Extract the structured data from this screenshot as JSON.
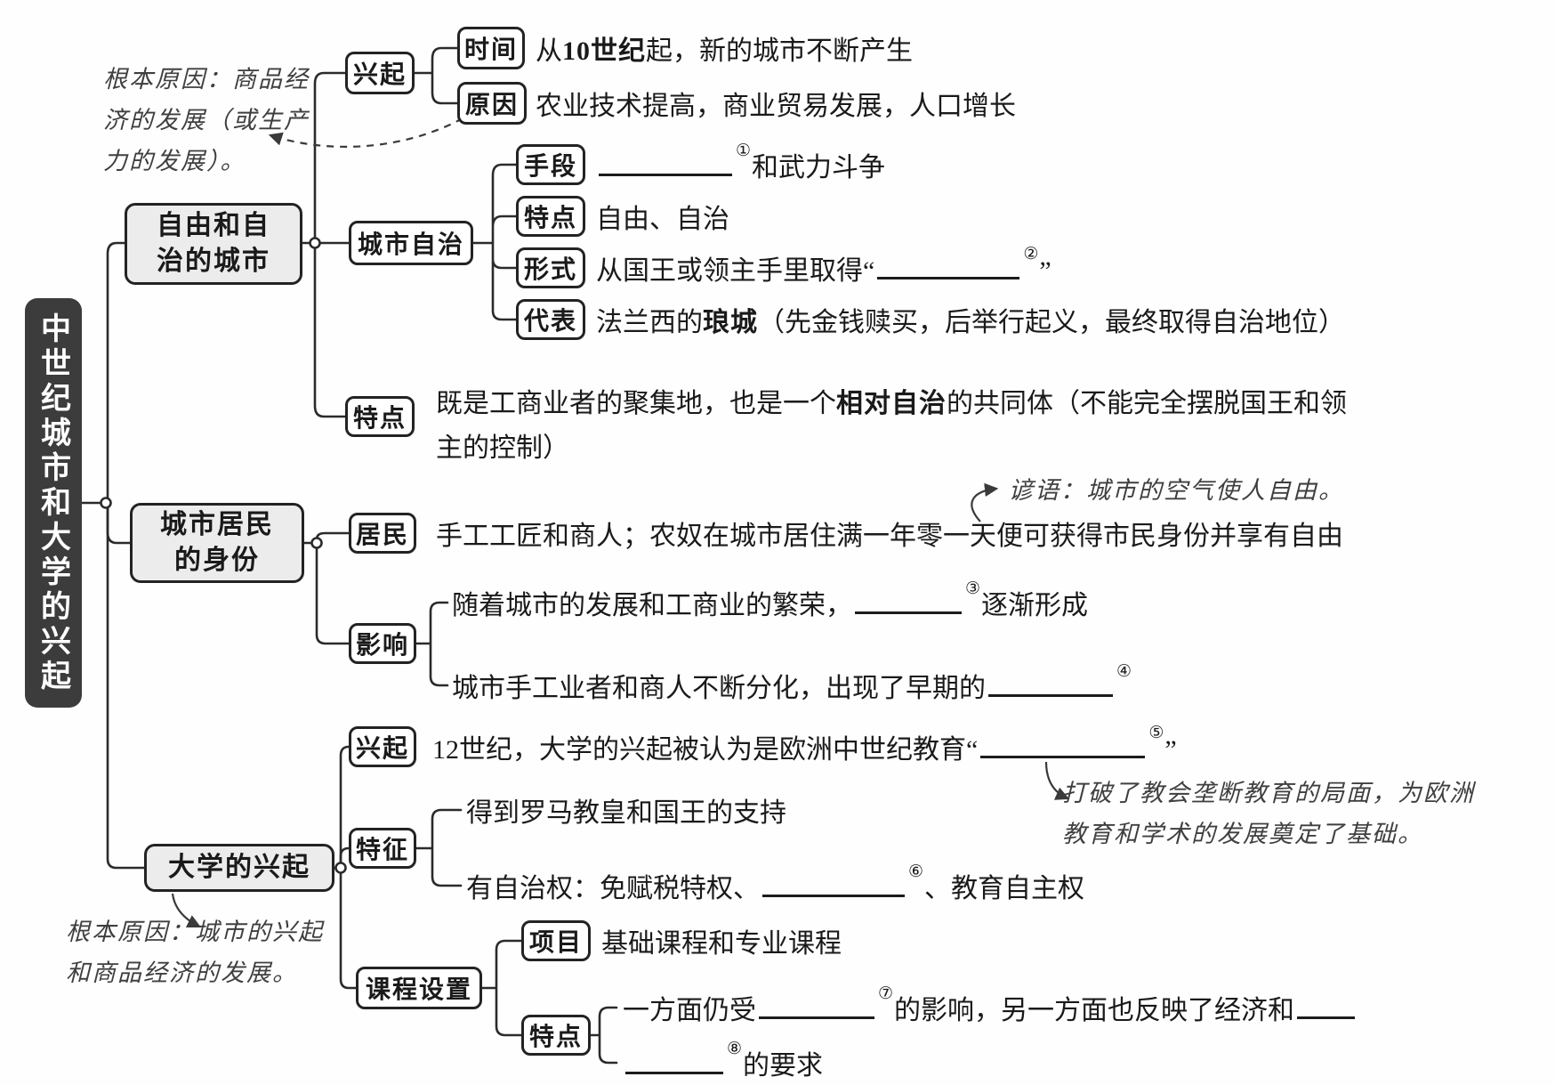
{
  "root": {
    "title": "中世纪城市和大学的兴起"
  },
  "colors": {
    "root_bg": "#3c3c3c",
    "branch_bg": "#ececec",
    "line_color": "#2b2b2b",
    "text_color": "#1a1a1a",
    "handwriting_color": "#3f3f3f"
  },
  "notes": {
    "note1_line1": "根本原因：商品经",
    "note1_line2": "济的发展（或生产",
    "note1_line3": "力的发展）。",
    "note2": "谚语：城市的空气使人自由。",
    "note3_line1": "打破了教会垄断教育的局面，为欧洲",
    "note3_line2": "教育和学术的发展奠定了基础。",
    "note4_line1": "根本原因：城市的兴起",
    "note4_line2": "和商品经济的发展。"
  },
  "b1": {
    "label1": "自由和自",
    "label2": "治的城市",
    "xingqi": {
      "label": "兴起"
    },
    "shijian": {
      "label": "时间",
      "pre": "从",
      "bold": "10世纪",
      "post": "起，新的城市不断产生"
    },
    "yuanyin": {
      "label": "原因",
      "text": "农业技术提高，商业贸易发展，人口增长"
    },
    "zizhi": {
      "label": "城市自治"
    },
    "shouduan": {
      "label": "手段",
      "num": "①",
      "post": "和武力斗争"
    },
    "tedian1": {
      "label": "特点",
      "text": "自由、自治"
    },
    "xingshi": {
      "label": "形式",
      "pre": "从国王或领主手里取得“",
      "num": "②",
      "post": "”"
    },
    "daibiao": {
      "label": "代表",
      "pre": "法兰西的",
      "bold": "琅城",
      "post": "（先金钱赎买，后举行起义，最终取得自治地位）"
    },
    "tedian2": {
      "label": "特点",
      "pre": "既是工商业者的聚集地，也是一个",
      "bold": "相对自治",
      "post": "的共同体（不能完全摆脱国王和领",
      "line2": "主的控制）"
    }
  },
  "b2": {
    "label1": "城市居民",
    "label2": "的身份",
    "jumin": {
      "label": "居民",
      "text": "手工工匠和商人；农奴在城市居住满一年零一天便可获得市民身份并享有自由"
    },
    "yingxiang": {
      "label": "影响"
    },
    "yx1": {
      "pre": "随着城市的发展和工商业的繁荣，",
      "num": "③",
      "post": "逐渐形成"
    },
    "yx2": {
      "pre": "城市手工业者和商人不断分化，出现了早期的",
      "num": "④"
    }
  },
  "b3": {
    "label": "大学的兴起",
    "xingqi": {
      "label": "兴起",
      "pre": "12世纪，大学的兴起被认为是欧洲中世纪教育“",
      "num": "⑤",
      "post": "”"
    },
    "tezheng": {
      "label": "特征",
      "line1": "得到罗马教皇和国王的支持"
    },
    "tz2": {
      "pre": "有自治权：免赋税特权、",
      "num": "⑥",
      "post": "、教育自主权"
    },
    "kecheng": {
      "label": "课程设置"
    },
    "xiangmu": {
      "label": "项目",
      "text": "基础课程和专业课程"
    },
    "tedian": {
      "label": "特点"
    },
    "td1": {
      "pre": "一方面仍受",
      "num": "⑦",
      "mid": "的影响，另一方面也反映了经济和"
    },
    "td2": {
      "num": "⑧",
      "post": "的要求"
    }
  }
}
